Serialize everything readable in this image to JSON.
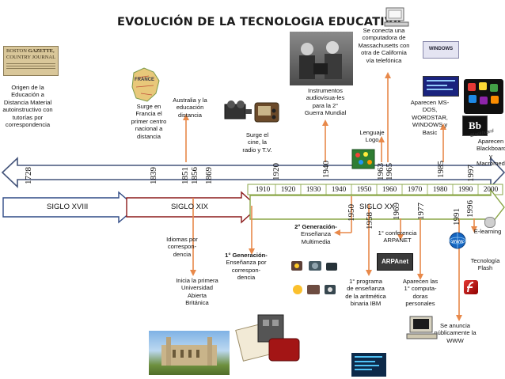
{
  "title": "EVOLUCIÓN DE LA TECNOLOGIA EDUCATIVA",
  "centuries": [
    "SIGLO XVIII",
    "SIGLO XIX",
    "SIGLO XX"
  ],
  "decades": [
    "1910",
    "1920",
    "1930",
    "1940",
    "1950",
    "1960",
    "1970",
    "1980",
    "1990",
    "2000"
  ],
  "years_top": [
    "1728",
    "1839",
    "1851",
    "1856",
    "1869",
    "1920",
    "1940",
    "1963",
    "1965",
    "1985",
    "1997"
  ],
  "years_bottom": [
    "1950",
    "1958",
    "1969",
    "1977",
    "1991",
    "1996"
  ],
  "events": {
    "e1728": "Origen de la Educación a Distancia Material autoinstructivo con tutorías por correspondencia",
    "e1839": "Surge en Francia el primer centro nacional a distancia",
    "e1851": "Australia y la educación distancia",
    "e1856": "Idiomas por correspon-dencia",
    "e1869": "Inicia la primera Universidad Abierta Británica",
    "e1920": "Surge el cine, la radio y T.V.",
    "gen1_title": "1° Generación-",
    "gen1_text": "Enseñanza por correspon-dencia",
    "e1940": "Instrumentos audiovisua-les para la 2° Guerra Mundial",
    "gen2_title": "2° Generación-",
    "gen2_text": "Enseñanza Multimedia",
    "e1958": "1° programa de enseñanza de la aritmética binaria IBM",
    "e1963": "Lenguaje Logo",
    "e1965": "Se conecta una computadora de Massachusetts con otra de California vía telefónica",
    "e1969": "1° conferencia ARPANET",
    "e1977": "Aparecen las 1° computa-doras personales",
    "e1985": "Aparecen MS-DOS, WORDSTAR, WINDOWS y Basic",
    "e1991": "Se anuncia públicamente la WWW",
    "e1996": "Tecnología Flash",
    "e1997": "Aparecen Blackboard y Macromedia",
    "elearning": "E-learning"
  },
  "image_labels": {
    "gazette_left": "BOSTON",
    "gazette_center": "GAZETTE,",
    "gazette_sub": "COUNTRY JOURNAL",
    "france": "FRANCE",
    "windows": "WINDOWS",
    "arpanet": "ARPAnet",
    "blackboard": "Bb",
    "blackboard_script": "Blackboard"
  },
  "colors": {
    "upper_arrow_stroke": "#44547a",
    "century_arrow_xviii": "#2f4a85",
    "century_arrow_xix": "#8b1a1a",
    "century_arrow_xx": "#8aa647",
    "connector": "#e8894a"
  },
  "icons": [
    "newspaper-image",
    "france-map-image",
    "film-projector-image",
    "soldiers-image",
    "computer-screen-image",
    "windows-box-image",
    "blackboard-logo-image",
    "web-globe-image",
    "flash-logo-image",
    "arpanet-image",
    "old-computer-image",
    "binary-code-image",
    "university-building-image",
    "books-image",
    "multimedia-icons-image",
    "mouse-image"
  ]
}
